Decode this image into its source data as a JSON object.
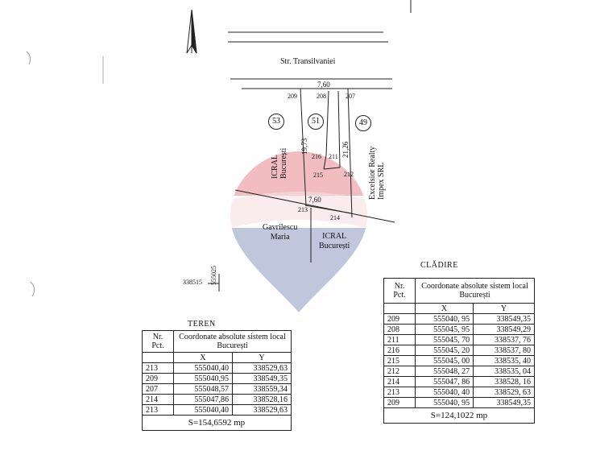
{
  "plan": {
    "street": "Str. Transilvaniei",
    "top_width": "7,60",
    "bottom_width": "7,60",
    "length_left": "19,73",
    "length_right": "21,26",
    "points": {
      "p209": "209",
      "p208": "208",
      "p207": "207",
      "p216": "216",
      "p211": "211",
      "p215": "215",
      "p212": "212",
      "p213": "213",
      "p214": "214"
    },
    "lot_numbers": {
      "left": "53",
      "center": "51",
      "right": "49"
    },
    "neighbors": {
      "icral_left_1": "ICRAL",
      "icral_left_2": "București",
      "excelsior_1": "Excelsior Realty",
      "excelsior_2": "Impex SRL",
      "gavrilescu_1": "Gavrilescu",
      "gavrilescu_2": "Maria",
      "icral_bottom_1": "ICRAL",
      "icral_bottom_2": "București"
    },
    "coord_marker_x": "338515",
    "coord_marker_y": "555025"
  },
  "teren": {
    "title": "TEREN",
    "header_nr": "Nr.\nPct.",
    "header_coord": "Coordonate absolute sistem local București",
    "header_x": "X",
    "header_y": "Y",
    "rows": [
      {
        "nr": "213",
        "x": "555040,40",
        "y": "338529,63"
      },
      {
        "nr": "209",
        "x": "555040,95",
        "y": "338549,35"
      },
      {
        "nr": "207",
        "x": "555048,57",
        "y": "338559,34"
      },
      {
        "nr": "214",
        "x": "555047,86",
        "y": "338528,16"
      },
      {
        "nr": "213",
        "x": "555040,40",
        "y": "338529,63"
      }
    ],
    "area": "S=154,6592 mp"
  },
  "cladire": {
    "title": "CLĂDIRE",
    "header_nr": "Nr.\nPct.",
    "header_coord": "Coordonate absolute sistem local București",
    "header_x": "X",
    "header_y": "Y",
    "rows": [
      {
        "nr": "209",
        "x": "555040, 95",
        "y": "338549,35"
      },
      {
        "nr": "208",
        "x": "555045, 95",
        "y": "338549,29"
      },
      {
        "nr": "211",
        "x": "555045, 70",
        "y": "338537, 76"
      },
      {
        "nr": "216",
        "x": "555045, 20",
        "y": "338537, 80"
      },
      {
        "nr": "215",
        "x": "555045, 00",
        "y": "338535, 40"
      },
      {
        "nr": "212",
        "x": "555048, 27",
        "y": "338535, 04"
      },
      {
        "nr": "214",
        "x": "555047, 86",
        "y": "338528, 16"
      },
      {
        "nr": "213",
        "x": "555040, 40",
        "y": "338529, 63"
      },
      {
        "nr": "209",
        "x": "555040, 95",
        "y": "338549,35"
      }
    ],
    "area": "S=124,1022 mp"
  },
  "colors": {
    "watermark_red": "#d9444b",
    "watermark_blue": "#4a5f9e"
  }
}
